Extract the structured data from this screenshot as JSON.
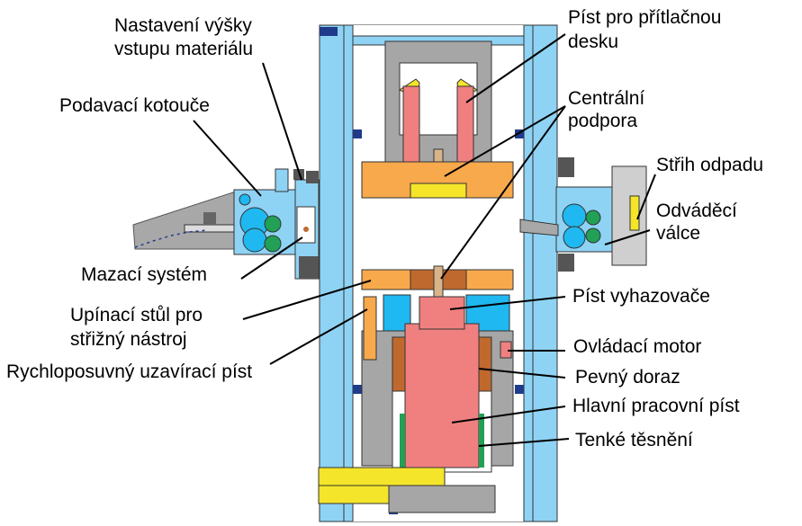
{
  "labels": {
    "nastaveni_vysky_1": "Nastavení výšky",
    "nastaveni_vysky_2": "vstupu materiálu",
    "podavaci_kotouce": "Podavací kotouče",
    "mazaci_system": "Mazací systém",
    "upinaci_stul_1": "Upínací stůl pro",
    "upinaci_stul_2": "střižný nástroj",
    "rychloposuvny_pist": "Rychloposuvný uzavírací píst",
    "pist_pritlacna_1": "Píst pro přítlačnou",
    "pist_pritlacna_2": "desku",
    "centralni_podpora_1": "Centrální",
    "centralni_podpora_2": "podpora",
    "strih_odpadu": "Střih odpadu",
    "odvadeci_valce_1": "Odváděcí",
    "odvadeci_valce_2": "válce",
    "pist_vyhazovace": "Píst vyhazovače",
    "ovladaci_motor": "Ovládací motor",
    "pevny_doraz": "Pevný doraz",
    "hlavni_pist": "Hlavní pracovní píst",
    "tenke_tesneni": "Tenké těsnění"
  },
  "colors": {
    "frame_blue": "#8fd3f4",
    "cylinder_gray": "#a6a6a6",
    "piston_red": "#f08080",
    "orange": "#f7a94c",
    "yellow": "#f4e52a",
    "brown": "#c0692e",
    "cyan": "#1fb8f0",
    "green": "#21a056",
    "dark_gray": "#555555",
    "navy": "#1f3b8a"
  }
}
